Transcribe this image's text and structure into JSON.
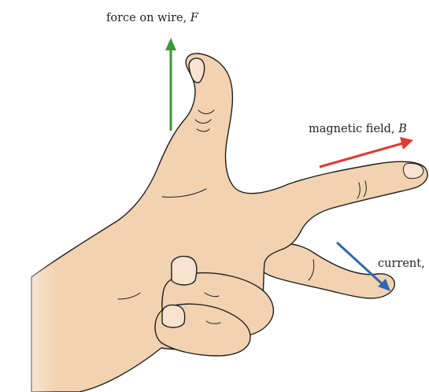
{
  "labels": {
    "force": {
      "text": "force on wire, ",
      "variable": "F"
    },
    "field": {
      "text": "magnetic field, ",
      "variable": "B"
    },
    "current": {
      "text": "current, ",
      "variable": ""
    }
  },
  "colors": {
    "force_arrow": "#3a9a35",
    "field_arrow": "#e03a2e",
    "current_arrow": "#2f67b3",
    "skin": "#f2d2b0",
    "skin_shadow": "#e8bf98",
    "nail": "#f7e3cf",
    "outline": "#1f1f1f"
  }
}
